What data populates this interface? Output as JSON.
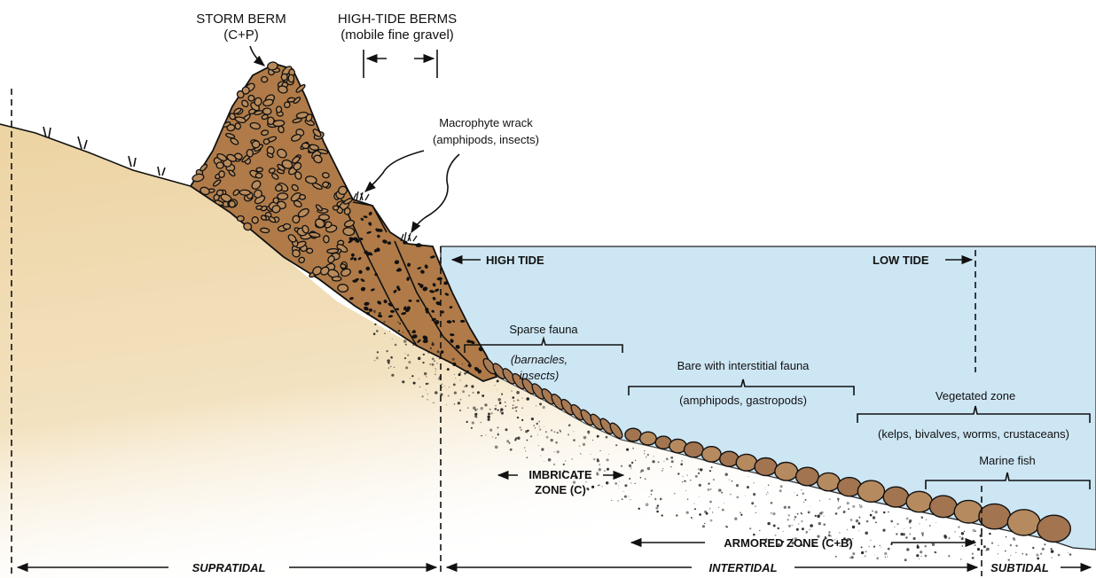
{
  "labels": {
    "storm_berm": "STORM BERM",
    "storm_berm_sub": "(C+P)",
    "high_tide_berms": "HIGH-TIDE BERMS",
    "high_tide_berms_sub": "(mobile fine gravel)",
    "macrophyte": "Macrophyte wrack",
    "macrophyte_sub": "(amphipods, insects)",
    "high_tide": "HIGH TIDE",
    "low_tide": "LOW TIDE",
    "sparse_fauna": "Sparse fauna",
    "sparse_fauna_sub1": "(barnacles,",
    "sparse_fauna_sub2": "insects)",
    "bare": "Bare with interstitial fauna",
    "bare_sub": "(amphipods, gastropods)",
    "vegetated": "Vegetated zone",
    "vegetated_sub": "(kelps, bivalves, worms, crustaceans)",
    "imbricate1": "IMBRICATE",
    "imbricate2": "ZONE (C)",
    "marine_fish": "Marine fish",
    "armored": "ARMORED ZONE (C+B)",
    "supratidal": "SUPRATIDAL",
    "intertidal": "INTERTIDAL",
    "subtidal": "SUBTIDAL"
  },
  "colors": {
    "water": "#cde6f4",
    "sand": "#efd9ae",
    "gravel": "#b07b48",
    "cobble": "#a97b54",
    "ink": "#111111"
  }
}
